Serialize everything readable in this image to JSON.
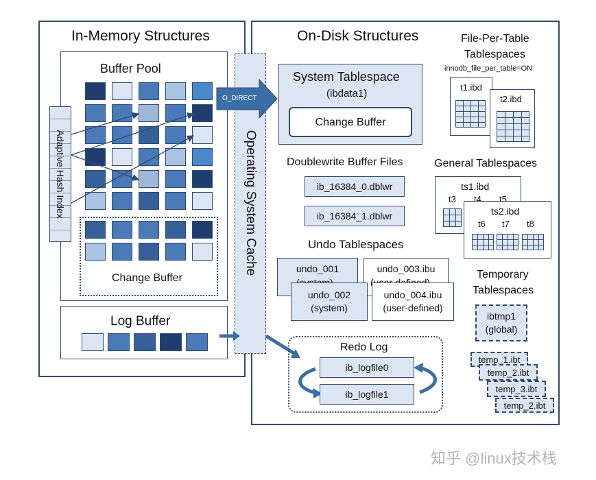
{
  "in_memory": {
    "title": "In-Memory Structures",
    "buffer_pool": {
      "title": "Buffer Pool",
      "ahi_label": "Adaptive Hash Index",
      "change_buffer_label": "Change Buffer"
    },
    "log_buffer": {
      "title": "Log Buffer"
    }
  },
  "os_cache": {
    "label": "Operating System Cache",
    "o_direct": "O_DIRECT"
  },
  "on_disk": {
    "title": "On-Disk Structures",
    "system_tablespace": {
      "title": "System Tablespace",
      "file": "(ibdata1)",
      "change_buffer": "Change Buffer"
    },
    "doublewrite": {
      "title": "Doublewrite Buffer Files",
      "files": [
        "ib_16384_0.dblwr",
        "ib_16384_1.dblwr"
      ]
    },
    "undo": {
      "title": "Undo Tablespaces",
      "u1_name": "undo_001",
      "u1_type": "(system)",
      "u3_name": "undo_003.ibu",
      "u3_type": "(user-defined)",
      "u2_name": "undo_002",
      "u2_type": "(system)",
      "u4_name": "undo_004.ibu",
      "u4_type": "(user-defined)"
    },
    "redo": {
      "title": "Redo Log",
      "files": [
        "ib_logfile0",
        "ib_logfile1"
      ]
    },
    "file_per_table": {
      "title_1": "File-Per-Table",
      "title_2": "Tablespaces",
      "setting": "innodb_file_per_table=ON",
      "files": [
        "t1.ibd",
        "t2.ibd"
      ]
    },
    "general": {
      "title": "General Tablespaces",
      "ts1": "ts1.ibd",
      "ts2": "ts2.ibd",
      "ts1_tables": [
        "t3",
        "t4",
        "t5"
      ],
      "ts2_tables": [
        "t6",
        "t7",
        "t8"
      ]
    },
    "temporary": {
      "title_1": "Temporary",
      "title_2": "Tablespaces",
      "global_name": "ibtmp1",
      "global_type": "(global)",
      "session_files": [
        "temp_1.ibt",
        "temp_2.ibt",
        "temp_3.ibt",
        "temp_2.ibt"
      ]
    }
  },
  "watermark": "知乎 @linux技术栈",
  "colors": {
    "border": "#2e4a70",
    "fill": "#dce6f2",
    "arrow": "#3a6ea5"
  },
  "buffer_pool_colors": [
    [
      "#1f3d6e",
      "#dce6f2",
      "#4a7ab8",
      "#aac3e3",
      "#4a88cc"
    ],
    [
      "#4a7ab8",
      "#4a7ab8",
      "#9fb8d9",
      "#4a7ab8",
      "#1f3d6e"
    ],
    [
      "#4a7ab8",
      "#4a7ab8",
      "#35609a",
      "#4a7ab8",
      "#dce6f2"
    ],
    [
      "#1f3d6e",
      "#dce6f2",
      "#4a7ab8",
      "#aac3e3",
      "#4a88cc"
    ],
    [
      "#35609a",
      "#4a7ab8",
      "#9fb8d9",
      "#4a7ab8",
      "#1f3d6e"
    ],
    [
      "#aac3e3",
      "#4a7ab8",
      "#35609a",
      "#4a7ab8",
      "#dce6f2"
    ],
    [
      "#35609a",
      "#4a7ab8",
      "#4a7ab8",
      "#35609a",
      "#1f3d6e"
    ],
    [
      "#aac3e3",
      "#4a7ab8",
      "#35609a",
      "#4a7ab8",
      "#dce6f2"
    ]
  ],
  "log_buffer_colors": [
    "#dce6f2",
    "#4a7ab8",
    "#35609a",
    "#1f3d6e",
    "#4a7ab8"
  ]
}
